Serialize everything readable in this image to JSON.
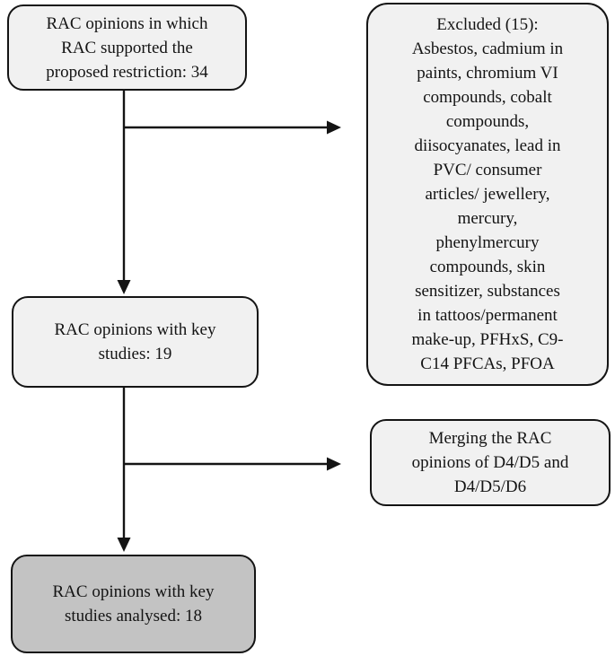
{
  "diagram": {
    "type": "flowchart",
    "nodes": {
      "supported": {
        "lines": [
          "RAC opinions in which",
          "RAC supported the",
          "proposed restriction: 34"
        ],
        "count": 34
      },
      "excluded": {
        "lines": [
          "Excluded (15):",
          "Asbestos, cadmium in",
          "paints, chromium VI",
          "compounds, cobalt",
          "compounds,",
          "diisocyanates, lead in",
          "PVC/ consumer",
          "articles/ jewellery,",
          "mercury,",
          "phenylmercury",
          "compounds, skin",
          "sensitizer, substances",
          "in tattoos/permanent",
          "make-up, PFHxS, C9-",
          "C14 PFCAs, PFOA"
        ],
        "count": 15,
        "items": [
          "Asbestos",
          "cadmium in paints",
          "chromium VI compounds",
          "cobalt compounds",
          "diisocyanates",
          "lead in PVC/ consumer articles/ jewellery",
          "mercury",
          "phenylmercury compounds",
          "skin sensitizer",
          "substances in tattoos/permanent make-up",
          "PFHxS",
          "C9-C14 PFCAs",
          "PFOA"
        ]
      },
      "key_studies": {
        "lines": [
          "RAC opinions with key",
          "studies: 19"
        ],
        "count": 19
      },
      "merging": {
        "lines": [
          "Merging the RAC",
          "opinions of D4/D5 and",
          "D4/D5/D6"
        ]
      },
      "analysed": {
        "lines": [
          "RAC opinions with key",
          "studies analysed: 18"
        ],
        "count": 18
      }
    },
    "colors": {
      "background": "#ffffff",
      "box_fill_light": "#f1f1f1",
      "box_fill_dark": "#c3c3c3",
      "border": "#141414",
      "arrow": "#141414",
      "text": "#141414"
    }
  }
}
